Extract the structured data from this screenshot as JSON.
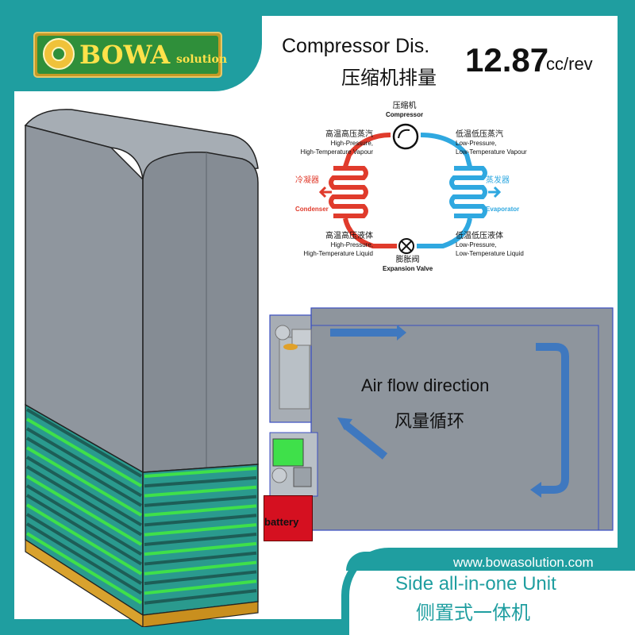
{
  "brand": {
    "logo_name": "BOWA",
    "logo_sub": "solution"
  },
  "header": {
    "title_en": "Compressor Dis.",
    "title_cn": "压缩机排量",
    "value": "12.87",
    "unit": "cc/rev"
  },
  "cycle": {
    "compressor_cn": "压缩机",
    "compressor_en": "Compressor",
    "hp_vapour_cn": "高温高压蒸汽",
    "hp_vapour_en1": "High-Pressure,",
    "hp_vapour_en2": "High-Temperature Vapour",
    "lp_vapour_cn": "低温低压蒸汽",
    "lp_vapour_en1": "Low-Pressure,",
    "lp_vapour_en2": "Low-Temperature Vapour",
    "condenser_cn": "冷凝器",
    "condenser_en": "Condenser",
    "evaporator_cn": "蒸发器",
    "evaporator_en": "Evaporator",
    "hp_liquid_cn": "高温高压液体",
    "hp_liquid_en1": "High-Pressure,",
    "hp_liquid_en2": "High-Temperature Liquid",
    "lp_liquid_cn": "低温低压液体",
    "lp_liquid_en1": "Low-Pressure,",
    "lp_liquid_en2": "Low-Temperature Liquid",
    "valve_cn": "膨胀阀",
    "valve_en": "Expansion Valve",
    "hot_color": "#e03b2c",
    "cold_color": "#2fa8e0"
  },
  "airflow": {
    "title_en": "Air flow direction",
    "title_cn": "风量循环",
    "battery_label": "battery"
  },
  "footer": {
    "url": "www.bowasolution.com",
    "product_en": "Side all-in-one Unit",
    "product_cn": "侧置式一体机"
  },
  "colors": {
    "frame": "#1f9ea0",
    "unit_body": "#8e959d",
    "grille": "#2a9a8e",
    "fins": "#3fe04a",
    "base": "#d9a22e"
  }
}
